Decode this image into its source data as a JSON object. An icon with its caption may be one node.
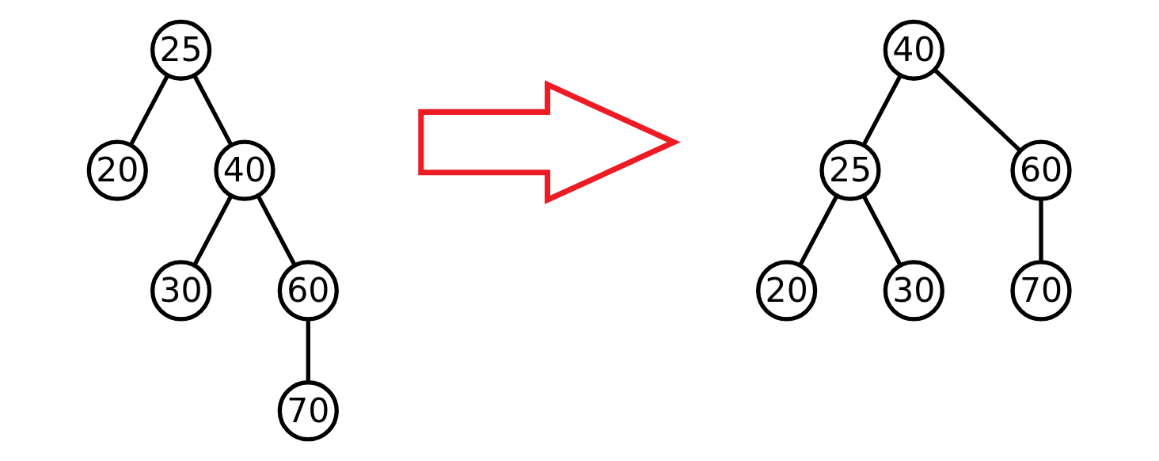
{
  "diagram": {
    "nodes": [
      {
        "text": [
          "25"
        ]
      },
      {
        "text": [
          "20"
        ]
      },
      {
        "text": [
          "40"
        ]
      },
      {
        "text": [
          "30"
        ]
      },
      {
        "text": [
          "60"
        ]
      },
      {
        "text": [
          "70"
        ]
      },
      {
        "text": [
          "40"
        ]
      },
      {
        "text": [
          "25"
        ]
      },
      {
        "text": [
          "60"
        ]
      },
      {
        "text": [
          "20"
        ]
      },
      {
        "text": [
          "30"
        ]
      },
      {
        "text": [
          "70"
        ]
      }
    ],
    "edges": [
      {
        "from": 0,
        "to": 1,
        "arrow": "none"
      },
      {
        "from": 0,
        "to": 2,
        "arrow": "none"
      },
      {
        "from": 2,
        "to": 3,
        "arrow": "none"
      },
      {
        "from": 2,
        "to": 4,
        "arrow": "none"
      },
      {
        "from": 4,
        "to": 5,
        "arrow": "none"
      },
      {
        "from": 6,
        "to": 7,
        "arrow": "none"
      },
      {
        "from": 6,
        "to": 8,
        "arrow": "none"
      },
      {
        "from": 7,
        "to": 9,
        "arrow": "none"
      },
      {
        "from": 7,
        "to": 10,
        "arrow": "none"
      },
      {
        "from": 8,
        "to": 11,
        "arrow": "none"
      }
    ]
  }
}
